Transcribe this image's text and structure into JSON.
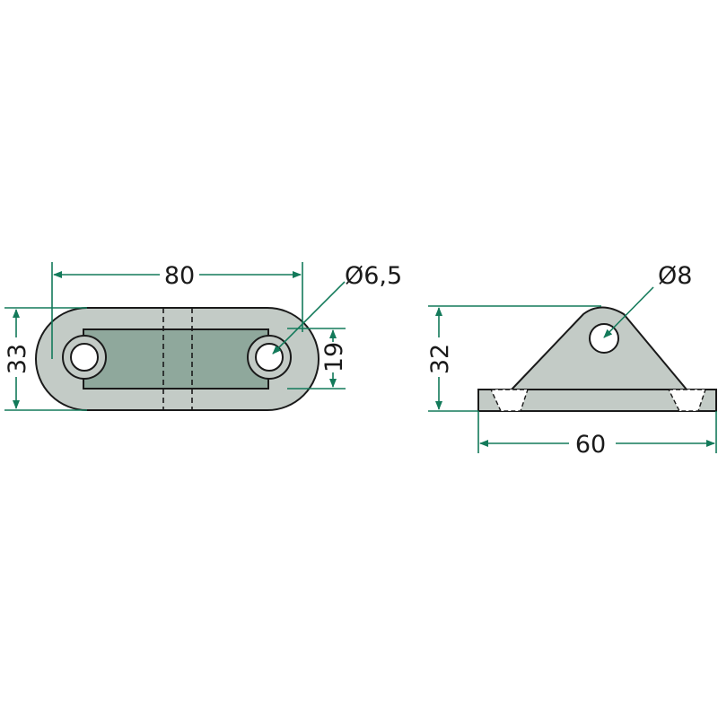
{
  "views": {
    "top_view": {
      "length_label": "80",
      "width_label": "33",
      "hole_spacing_label": "19",
      "hole_diameter_label": "Ø6,5"
    },
    "side_view": {
      "height_label": "32",
      "base_length_label": "60",
      "hole_diameter_label": "Ø8"
    }
  },
  "colors": {
    "dimension": "#137a5a",
    "part": "#c3cbc6",
    "recess": "#8fa89c"
  }
}
